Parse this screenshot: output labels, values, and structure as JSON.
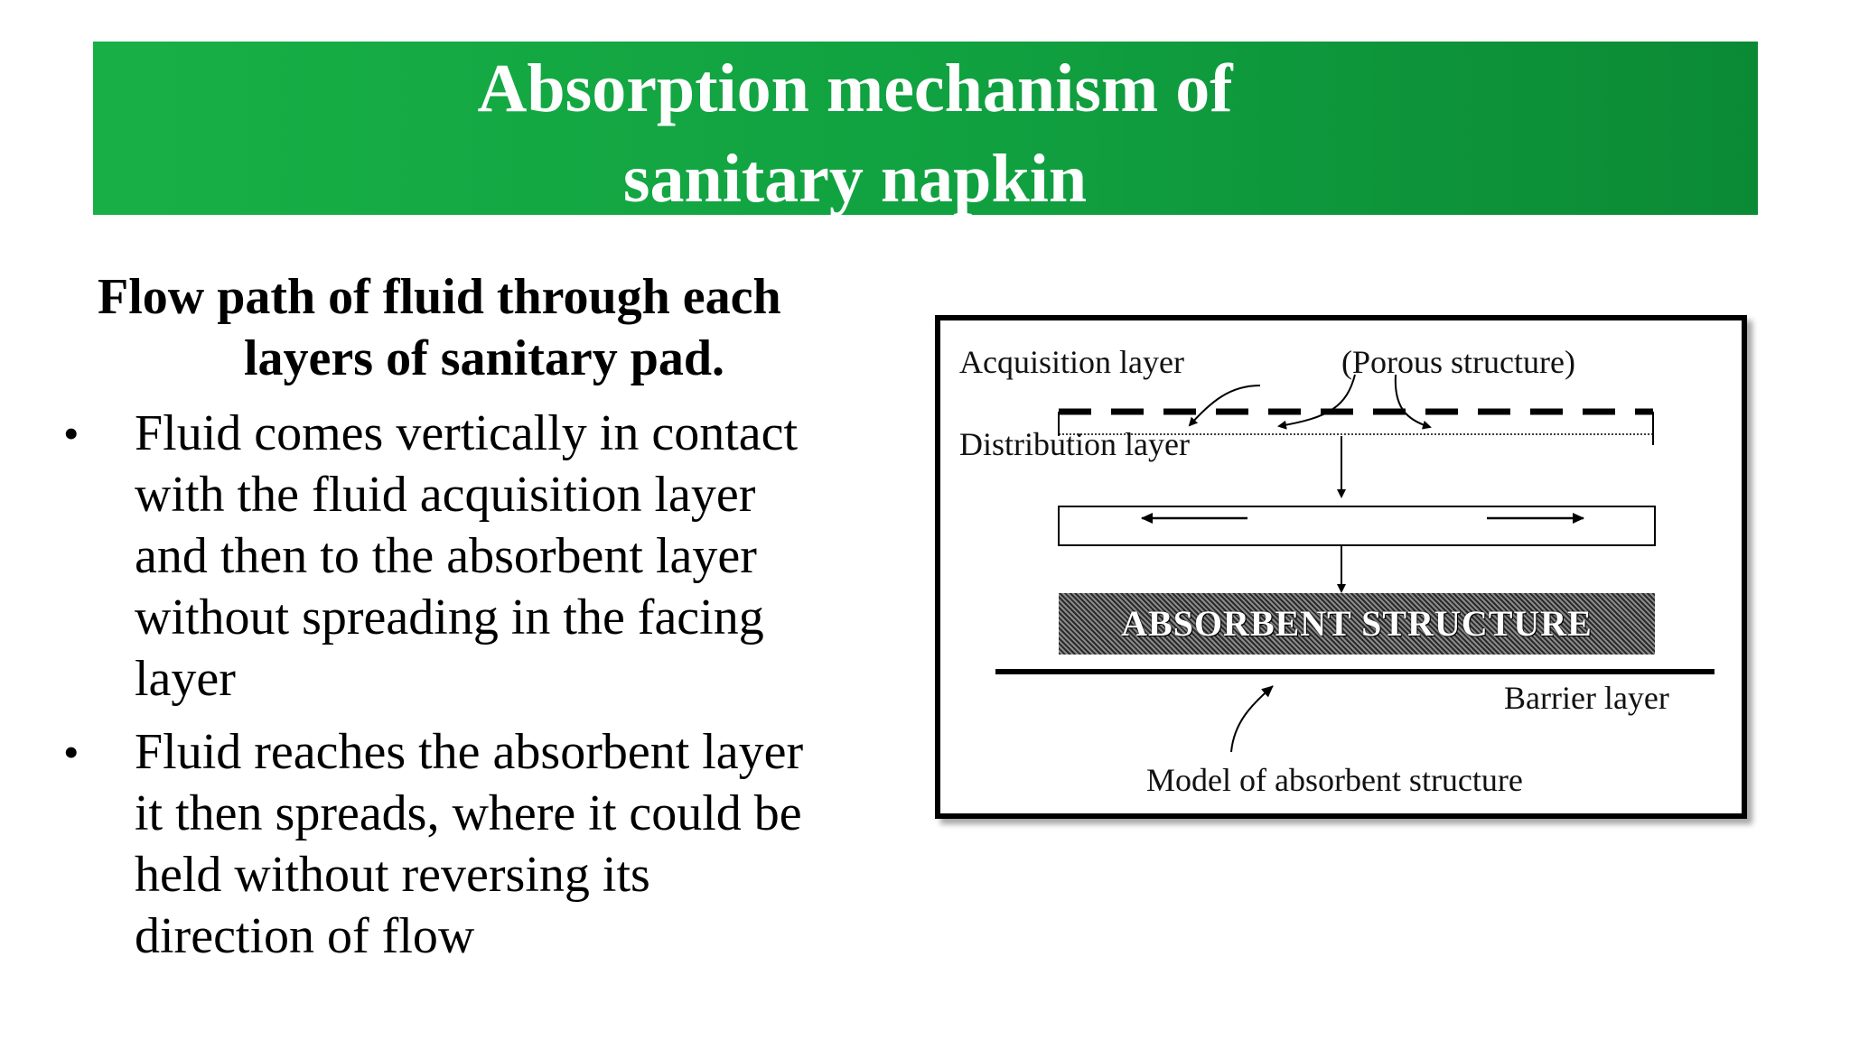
{
  "title": {
    "line1": "Absorption mechanism of",
    "line2": "sanitary napkin"
  },
  "subheading": {
    "line1": "Flow path of fluid through each",
    "line2": "layers of sanitary pad."
  },
  "bullets": [
    {
      "marker": "•",
      "lines": [
        "Fluid comes vertically in contact",
        "with the fluid acquisition layer",
        "and then to the absorbent layer",
        "without spreading in the facing",
        "layer"
      ]
    },
    {
      "marker": "•",
      "lines": [
        "Fluid reaches the absorbent layer",
        "it then spreads, where it could be",
        "held without reversing its",
        "direction of flow"
      ]
    }
  ],
  "diagram": {
    "acquisition_label": "Acquisition layer",
    "porous_label": "(Porous structure)",
    "distribution_label": "Distribution layer",
    "absorbent_label": "ABSORBENT STRUCTURE",
    "barrier_label": "Barrier layer",
    "caption": "Model of absorbent structure"
  },
  "colors": {
    "banner_green": "#10a040",
    "title_text": "#ffffff"
  }
}
